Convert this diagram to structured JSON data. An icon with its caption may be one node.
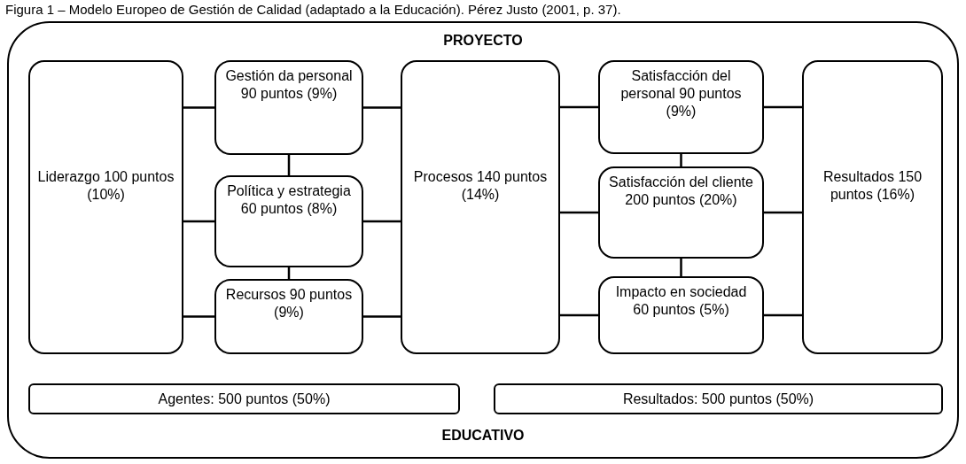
{
  "diagram": {
    "caption": "Figura 1 – Modelo Europeo de Gestión de Calidad (adaptado a la Educación). Pérez Justo (2001, p. 37).",
    "nodes": [
      {
        "text": [
          "PROYECTO",
          "EDUCATIVO"
        ]
      },
      {
        "text": [
          "Liderazgo 100 puntos (10%)"
        ],
        "in": 0
      },
      {
        "text": [
          "Gestión da personal 90 puntos (9%)"
        ],
        "in": 0
      },
      {
        "text": [
          "Política y estrategia 60 puntos (8%)"
        ],
        "in": 0
      },
      {
        "text": [
          "Recursos 90 puntos (9%)"
        ],
        "in": 0
      },
      {
        "text": [
          "Procesos 140 puntos (14%)"
        ],
        "in": 0
      },
      {
        "text": [
          "Satisfacción del personal 90 puntos (9%)"
        ],
        "in": 0
      },
      {
        "text": [
          "Satisfacción del cliente 200 puntos (20%)"
        ],
        "in": 0
      },
      {
        "text": [
          "Impacto en sociedad 60 puntos (5%)"
        ],
        "in": 0
      },
      {
        "text": [
          "Resultados 150 puntos (16%)"
        ],
        "in": 0
      },
      {
        "text": [
          "Agentes: 500 puntos (50%)"
        ],
        "in": 0
      },
      {
        "text": [
          "Resultados: 500 puntos (50%)"
        ],
        "in": 0
      }
    ],
    "edges": [
      {
        "from": 1,
        "to": 2,
        "arrow": "none"
      },
      {
        "from": 1,
        "to": 3,
        "arrow": "none"
      },
      {
        "from": 1,
        "to": 4,
        "arrow": "none"
      },
      {
        "from": 2,
        "to": 3,
        "arrow": "none"
      },
      {
        "from": 3,
        "to": 4,
        "arrow": "none"
      },
      {
        "from": 2,
        "to": 5,
        "arrow": "none"
      },
      {
        "from": 3,
        "to": 5,
        "arrow": "none"
      },
      {
        "from": 4,
        "to": 5,
        "arrow": "none"
      },
      {
        "from": 5,
        "to": 6,
        "arrow": "none"
      },
      {
        "from": 5,
        "to": 7,
        "arrow": "none"
      },
      {
        "from": 5,
        "to": 8,
        "arrow": "none"
      },
      {
        "from": 6,
        "to": 7,
        "arrow": "none"
      },
      {
        "from": 7,
        "to": 8,
        "arrow": "none"
      },
      {
        "from": 6,
        "to": 9,
        "arrow": "none"
      },
      {
        "from": 7,
        "to": 9,
        "arrow": "none"
      },
      {
        "from": 8,
        "to": 9,
        "arrow": "none"
      }
    ]
  }
}
